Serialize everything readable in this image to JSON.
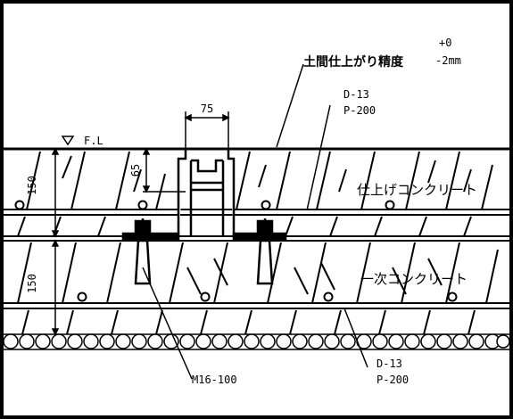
{
  "labels": {
    "finish_precision": "土間仕上がり精度",
    "tol_plus": "+0",
    "tol_minus": "-2mm",
    "rebar_top": "D-13",
    "pitch_top": "P-200",
    "finish_concrete": "仕上げコンクリート",
    "primary_concrete": "一次コンクリート",
    "rebar_bottom": "D-13",
    "pitch_bottom": "P-200",
    "anchor_bolt": "M16-100",
    "floor_level": "F.L"
  },
  "dimensions": {
    "rail_width": "75",
    "rail_height": "65",
    "finish_thickness": "150",
    "primary_thickness": "150"
  }
}
